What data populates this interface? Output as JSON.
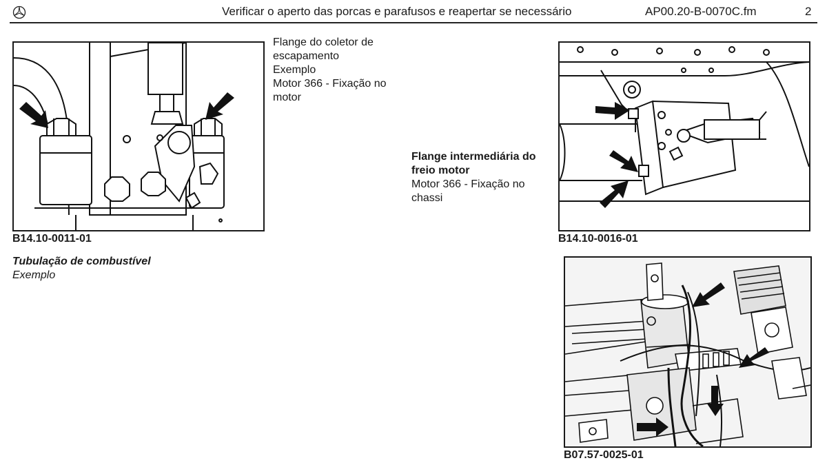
{
  "header": {
    "title": "Verificar o aperto das porcas e parafusos e reapertar se necessário",
    "doc_ref": "AP00.20-B-0070C.fm",
    "page_number": "2"
  },
  "figures": {
    "exhaust_flange": {
      "code": "B14.10-0011-01",
      "caption_line1": "Flange do coletor de",
      "caption_line2": "escapamento",
      "caption_line3": "Exemplo",
      "caption_line4": "Motor 366 - Fixação no",
      "caption_line5": "motor"
    },
    "brake_flange": {
      "code": "B14.10-0016-01",
      "caption_title1": "Flange intermediária do",
      "caption_title2": "freio motor",
      "caption_line1": "Motor 366 - Fixação no",
      "caption_line2": "chassi"
    },
    "fuel_lines": {
      "code": "B07.57-0025-01",
      "caption_title": "Tubulação de combustível",
      "caption_sub": "Exemplo"
    }
  },
  "icons": {
    "logo": "mercedes-star-icon",
    "pointer": "arrow-icon"
  }
}
